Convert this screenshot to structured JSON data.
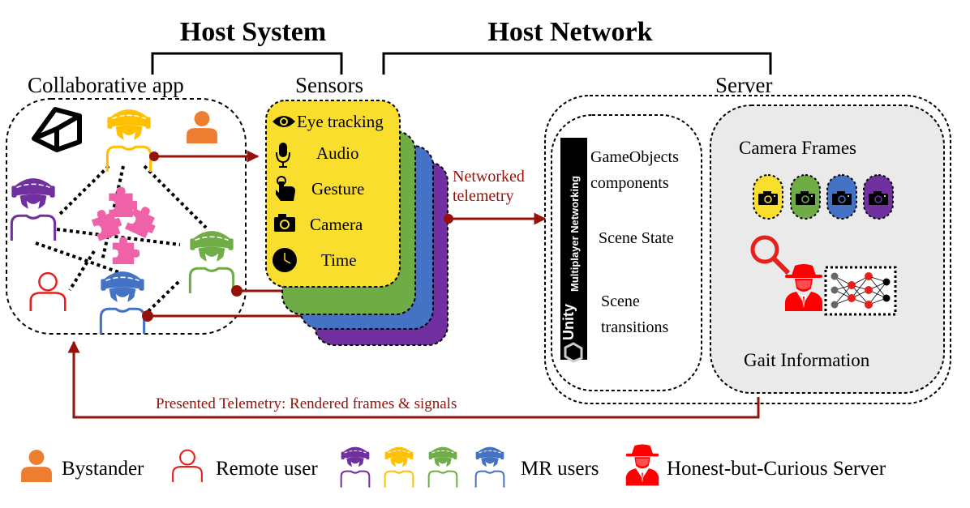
{
  "headers": {
    "host_system": "Host System",
    "host_network": "Host Network"
  },
  "sections": {
    "collaborative_app": "Collaborative app",
    "sensors": "Sensors",
    "server": "Server"
  },
  "sensors": {
    "items": [
      {
        "icon": "eye-icon",
        "label": "Eye tracking"
      },
      {
        "icon": "microphone-icon",
        "label": "Audio"
      },
      {
        "icon": "hand-pointer-icon",
        "label": "Gesture"
      },
      {
        "icon": "camera-icon",
        "label": "Camera"
      },
      {
        "icon": "clock-icon",
        "label": "Time"
      }
    ],
    "layer_colors": [
      "#f9de2e",
      "#6fac46",
      "#4472c4",
      "#7030a0"
    ]
  },
  "edges": {
    "networked_telemetry": [
      "Networked",
      "telemetry"
    ],
    "presented_telemetry": "Presented Telemetry: Rendered frames & signals"
  },
  "server": {
    "networking_brand": "Unity",
    "networking_product": "Multiplayer Networking",
    "networking_items": [
      [
        "GameObjects",
        "components"
      ],
      [
        "Scene State"
      ],
      [
        "Scene",
        "transitions"
      ]
    ],
    "camera_frames_label": "Camera Frames",
    "camera_frame_colors": [
      "#f9de2e",
      "#6fac46",
      "#4472c4",
      "#7030a0"
    ],
    "gait_label": "Gait Information"
  },
  "users": {
    "mr_colors": {
      "yellow": "#ffc000",
      "purple": "#7030a0",
      "green": "#70ad47",
      "blue": "#4472c4"
    },
    "bystander_color": "#ed7d31",
    "remote_color": "#e8201c",
    "puzzle_color": "#f062a8",
    "arrow_color": "#961108",
    "adversary_color": "#ff0000"
  },
  "legend": {
    "bystander": "Bystander",
    "remote_user": "Remote user",
    "mr_users": "MR users",
    "server": "Honest-but-Curious Server"
  }
}
